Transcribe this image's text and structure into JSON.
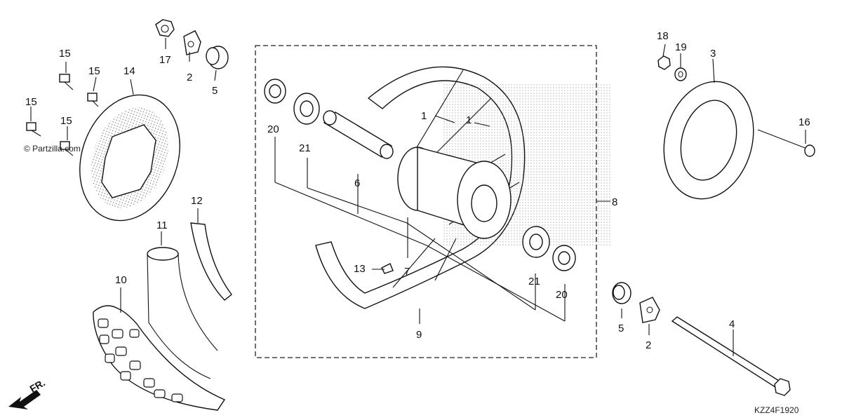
{
  "diagram": {
    "watermark": "© Partzilla.com",
    "front_indicator": "FR.",
    "diagram_code": "KZZ4F1920",
    "callouts": {
      "c1a": "1",
      "c1b": "1",
      "c2a": "2",
      "c2b": "2",
      "c3": "3",
      "c4": "4",
      "c5a": "5",
      "c5b": "5",
      "c6": "6",
      "c7": "7",
      "c8": "8",
      "c9": "9",
      "c10": "10",
      "c11": "11",
      "c12": "12",
      "c13": "13",
      "c14": "14",
      "c15a": "15",
      "c15b": "15",
      "c15c": "15",
      "c15d": "15",
      "c16": "16",
      "c17": "17",
      "c18": "18",
      "c19": "19",
      "c20a": "20",
      "c20b": "20",
      "c21a": "21",
      "c21b": "21"
    }
  }
}
